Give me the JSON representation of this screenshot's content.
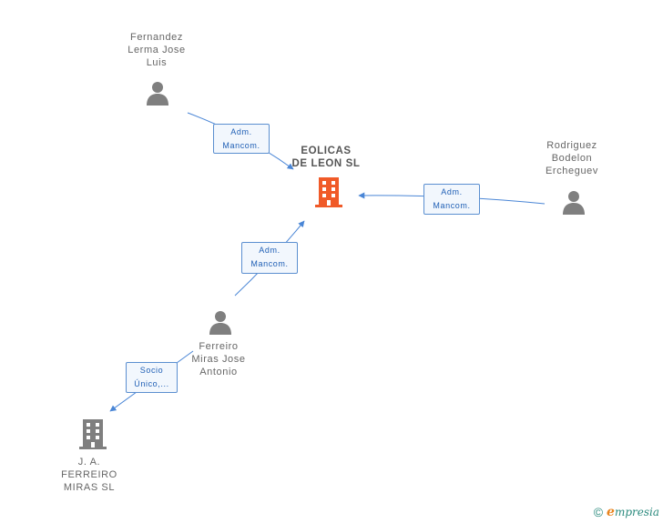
{
  "nodes": {
    "fernandez": {
      "name": "Fernandez\nLerma Jose\nLuis"
    },
    "rodriguez": {
      "name": "Rodriguez\nBodelon\nErcheguev"
    },
    "eolicas": {
      "name": "EOLICAS\nDE LEON SL"
    },
    "ferreiro": {
      "name": "Ferreiro\nMiras Jose\nAntonio"
    },
    "ja": {
      "name": "J. A.\nFERREIRO\nMIRAS SL"
    }
  },
  "edges": {
    "fernandez_eolicas": {
      "label": "Adm.\nMancom."
    },
    "rodriguez_eolicas": {
      "label": "Adm.\nMancom."
    },
    "ferreiro_eolicas": {
      "label": "Adm.\nMancom."
    },
    "ferreiro_ja": {
      "label": "Socio\nÚnico,..."
    }
  },
  "colors": {
    "edge": "#4a86d6",
    "person_icon": "#7f7f7f",
    "main_company_icon": "#f05a28",
    "company_icon": "#7f7f7f"
  },
  "footer": {
    "copyright_symbol": "©",
    "brand_initial": "e",
    "brand_rest": "mpresia"
  }
}
